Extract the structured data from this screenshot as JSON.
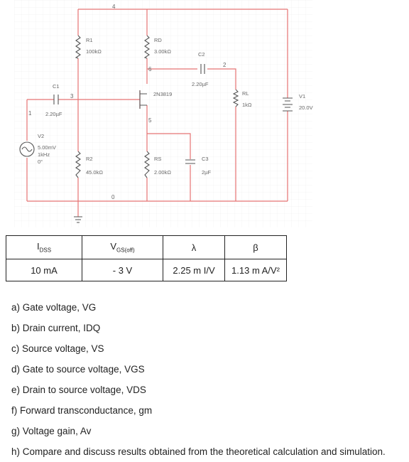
{
  "circuit": {
    "nodes": {
      "n4": "4",
      "n3": "3",
      "n1": "1",
      "n6": "6",
      "n2": "2",
      "n5": "5",
      "n0": "0"
    },
    "r1": {
      "label": "R1",
      "value": "100kΩ"
    },
    "rd": {
      "label": "RD",
      "value": "3.00kΩ"
    },
    "c2": {
      "label": "C2",
      "value": "2.20µF"
    },
    "c1": {
      "label": "C1",
      "value": "2.20µF"
    },
    "jfet": {
      "label": "2N3819"
    },
    "rl": {
      "label": "RL",
      "value": "1kΩ"
    },
    "v1": {
      "label": "V1",
      "value": "20.0V"
    },
    "v2": {
      "label": "V2",
      "amplitude": "5.00mV",
      "frequency": "1kHz",
      "phase": "0°"
    },
    "r2": {
      "label": "R2",
      "value": "45.0kΩ"
    },
    "rs": {
      "label": "RS",
      "value": "2.00kΩ"
    },
    "c3": {
      "label": "C3",
      "value": "2µF"
    }
  },
  "table": {
    "headers": [
      {
        "main": "I",
        "sub": "DSS"
      },
      {
        "main": "V",
        "sub": "GS(off)"
      },
      {
        "main": "λ",
        "sub": ""
      },
      {
        "main": "β",
        "sub": ""
      }
    ],
    "values": [
      "10 mA",
      "- 3 V",
      "2.25 m I/V",
      "1.13 m A/V²"
    ]
  },
  "questions": [
    "a) Gate voltage, VG",
    "b) Drain current, IDQ",
    "c) Source voltage, VS",
    "d) Gate to source voltage, VGS",
    "e) Drain to source voltage, VDS",
    "f) Forward transconductance, gm",
    "g) Voltage gain, Av",
    "h) Compare and discuss results obtained from the theoretical calculation and simulation."
  ],
  "colors": {
    "wire": "#e57373",
    "component": "#555555",
    "label": "#666666",
    "grid": "#eaeaea"
  }
}
